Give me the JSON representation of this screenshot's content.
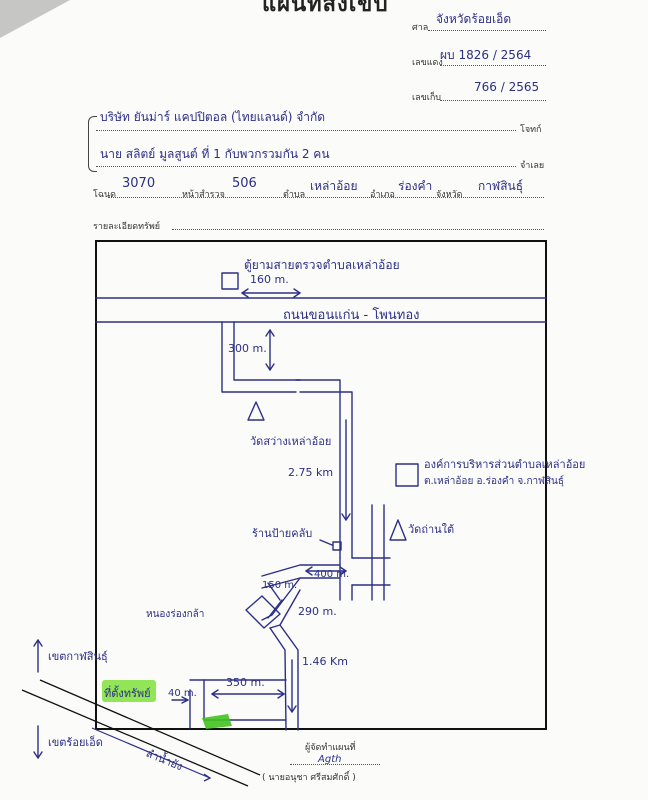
{
  "header": {
    "title": "แผนที่สังเขป",
    "province_label": "ศาล",
    "province_value": "จังหวัดร้อยเอ็ด",
    "case_red_label": "เลขแดง",
    "case_red_value": "ผบ 1826 / 2564",
    "storage_label": "เลขเก็บ",
    "storage_value": "766 / 2565"
  },
  "parties": {
    "plaintiff_value": "บริษัท ยันม่าร์ แคปปิตอล (ไทยแลนด์) จำกัด",
    "plaintiff_label": "โจทก์",
    "defendant_value": "นาย สลิตย์ มูลสูนต์ ที่ 1 กับพวกรวมกัน 2 คน",
    "defendant_label": "จำเลย"
  },
  "deed": {
    "deed_label": "โฉนด",
    "deed_value": "3070",
    "survey_label": "หน้าสำรวจ",
    "survey_value": "506",
    "subdistrict_label": "ตำบล",
    "subdistrict_value": "เหล่าอ้อย",
    "district_label": "อำเภอ",
    "district_value": "ร่องคำ",
    "province_label": "จังหวัด",
    "province_value": "กาฬสินธุ์",
    "property_detail_label": "รายละเอียดทรัพย์"
  },
  "map": {
    "police_box": "ตู้ยามสายตรวจตำบลเหล่าอ้อย",
    "dist_160": "160 m.",
    "main_road": "ถนนขอนแก่น - โพนทอง",
    "dist_300": "300 m.",
    "temple_north": "วัดสว่างเหล่าอ้อย",
    "dist_275": "2.75 km",
    "sao_office_1": "องค์การบริหารส่วนตำบลเหล่าอ้อย",
    "sao_office_2": "ต.เหล่าอ้อย อ.ร่องคำ จ.กาฬสินธุ์",
    "shop": "ร้านป้ายคลับ",
    "temple_south": "วัดถ่านใต้",
    "dist_400": "400 m.",
    "dist_150": "150 m.",
    "pond": "หนองร่องกล้า",
    "dist_290": "290 m.",
    "dist_146": "1.46 Km",
    "north_label": "เขตกาฬสินธุ์",
    "dist_350": "350 m.",
    "property_label": "ที่ตั้งทรัพย์",
    "dist_40": "40 m.",
    "south_label": "เขตร้อยเอ็ด",
    "canal": "ลำน้ำยัง"
  },
  "signature": {
    "maker_label": "ผู้จัดทำแผนที่",
    "signature_mark": "Agth",
    "name": "( นายอนุชา ศรีสมศักดิ์ )"
  },
  "colors": {
    "ink": "#2c2f86",
    "highlight": "#7ee03a",
    "plot": "#43c21f"
  }
}
